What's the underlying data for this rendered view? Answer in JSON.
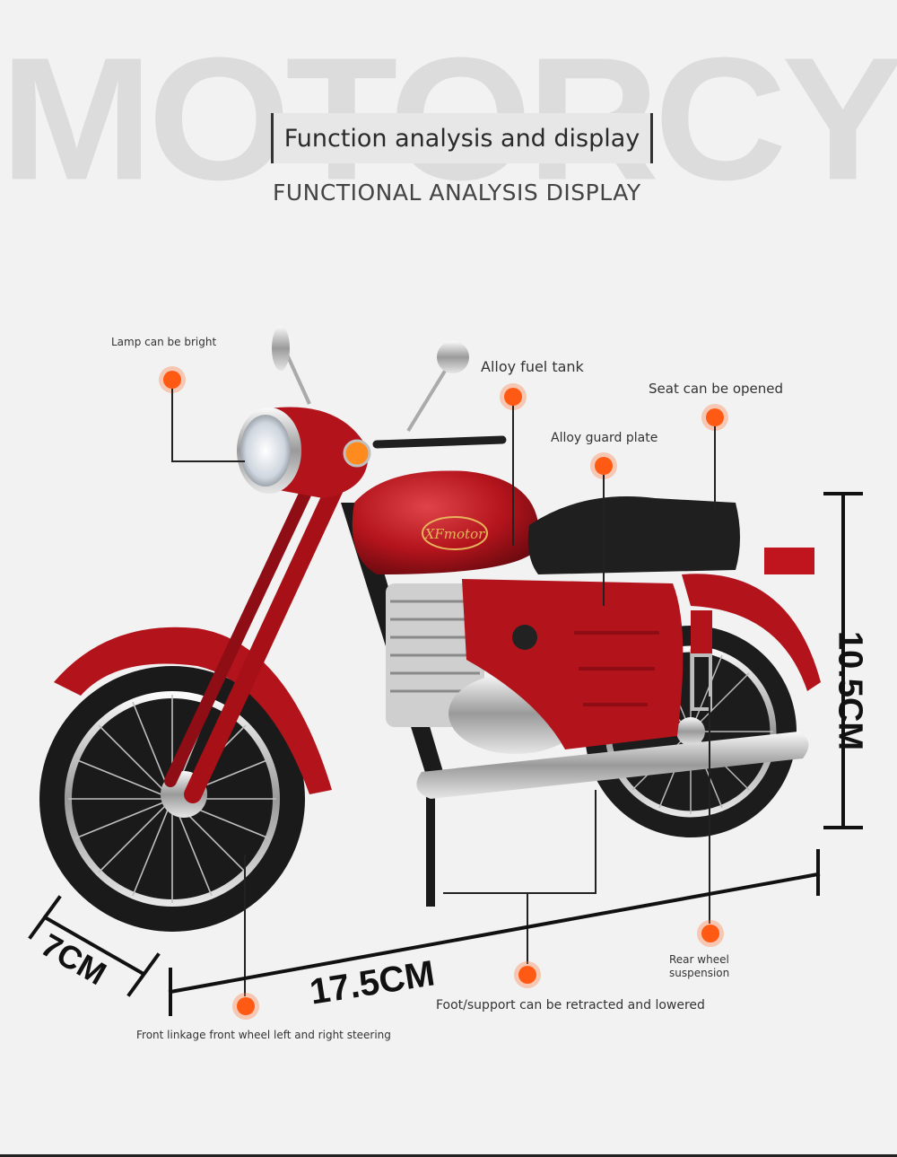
{
  "header": {
    "background_word": "MOTORCYCLE",
    "title": "Function analysis and display",
    "subtitle": "FUNCTIONAL ANALYSIS DISPLAY"
  },
  "product": {
    "brand_logo_text": "XFmotor",
    "body_color": "#b3141c"
  },
  "callouts": {
    "lamp": "Lamp can be bright",
    "fuel_tank": "Alloy fuel tank",
    "seat": "Seat can be opened",
    "guard_plate": "Alloy guard plate",
    "rear_suspension_line1": "Rear wheel",
    "rear_suspension_line2": "suspension",
    "kickstand": "Foot/support can be retracted and lowered",
    "front_steering": "Front linkage front wheel left and right steering"
  },
  "dimensions": {
    "height": "10.5CM",
    "length": "17.5CM",
    "width": "7CM"
  },
  "colors": {
    "accent_dot": "#ff5a14",
    "line": "#222222",
    "background": "#f2f2f2"
  }
}
